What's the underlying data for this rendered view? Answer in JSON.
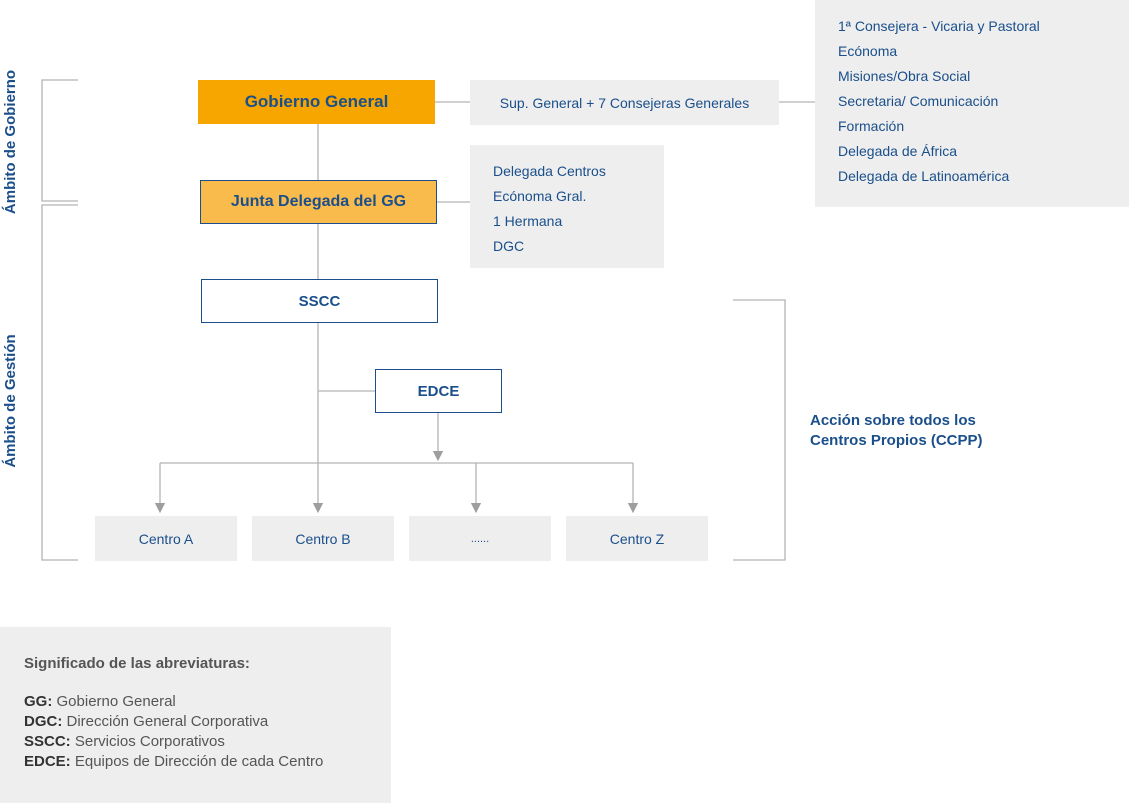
{
  "side_labels": {
    "gobierno": "Ámbito de Gobierno",
    "gestion": "Ámbito de Gestión"
  },
  "nodes": {
    "gobierno_general": "Gobierno General",
    "junta_delegada": "Junta Delegada del GG",
    "sscc": "SSCC",
    "edce": "EDCE"
  },
  "sup_general": "Sup. General + 7 Consejeras Generales",
  "consejeras": [
    "1ª Consejera - Vicaria y Pastoral",
    "Ecónoma",
    "Misiones/Obra Social",
    "Secretaria/ Comunicación",
    "Formación",
    "Delegada de África",
    "Delegada de Latinoamérica"
  ],
  "junta_members": [
    "Delegada Centros",
    "Ecónoma Gral.",
    "1 Hermana",
    "DGC"
  ],
  "centros": [
    "Centro A",
    "Centro B",
    "......",
    "Centro Z"
  ],
  "accion": [
    "Acción sobre todos los",
    "Centros Propios (CCPP)"
  ],
  "legend": {
    "title": "Significado de las abreviaturas:",
    "items": [
      {
        "key": "GG:",
        "value": "Gobierno General"
      },
      {
        "key": "DGC:",
        "value": "Dirección General Corporativa"
      },
      {
        "key": "SSCC:",
        "value": "Servicios Corporativos"
      },
      {
        "key": "EDCE:",
        "value": "Equipos de Dirección de cada Centro"
      }
    ]
  },
  "colors": {
    "primary_text": "#1a4f8b",
    "gobierno_fill": "#f7a600",
    "junta_fill": "#f9bb4c",
    "panel_gray": "#eeeeee",
    "connector": "#b3b3b3"
  }
}
